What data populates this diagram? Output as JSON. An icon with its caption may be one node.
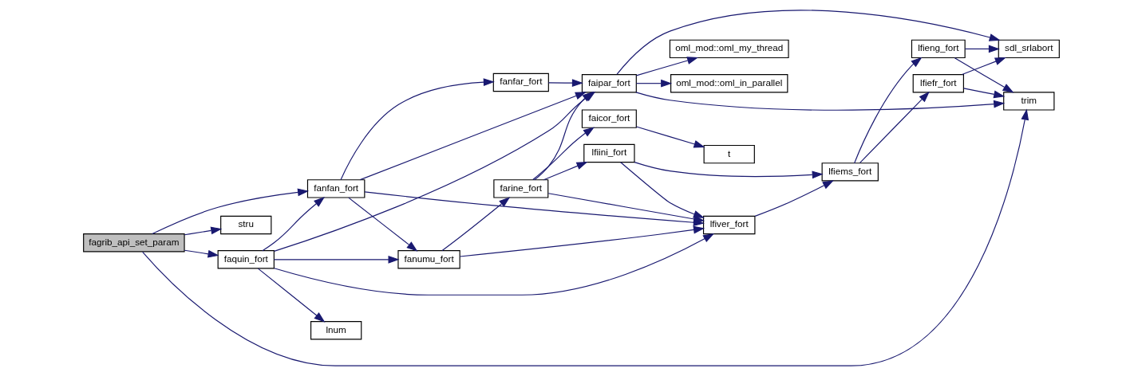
{
  "diagram": {
    "nodes": [
      {
        "text": [
          "fagrib_api_set_param"
        ]
      },
      {
        "text": [
          "faquin_fort"
        ]
      },
      {
        "text": [
          "stru"
        ]
      },
      {
        "text": [
          "fanfan_fort"
        ]
      },
      {
        "text": [
          "fanumu_fort"
        ]
      },
      {
        "text": [
          "lnum"
        ]
      },
      {
        "text": [
          "faipar_fort"
        ]
      },
      {
        "text": [
          "lfiver_fort"
        ]
      },
      {
        "text": [
          "farine_fort"
        ]
      },
      {
        "text": [
          "fanfar_fort"
        ]
      },
      {
        "text": [
          "trim"
        ]
      },
      {
        "text": [
          "lfiini_fort"
        ]
      },
      {
        "text": [
          "faicor_fort"
        ]
      },
      {
        "text": [
          "lfiems_fort"
        ]
      },
      {
        "text": [
          "t"
        ]
      },
      {
        "text": [
          "oml_mod::oml_my_thread"
        ]
      },
      {
        "text": [
          "oml_mod::oml_in_parallel"
        ]
      },
      {
        "text": [
          "lfieng_fort"
        ]
      },
      {
        "text": [
          "lfiefr_fort"
        ]
      },
      {
        "text": [
          "sdl_srlabort"
        ]
      }
    ],
    "edges": [
      {
        "from": 0,
        "to": 1,
        "arrow": "to"
      },
      {
        "from": 0,
        "to": 3,
        "arrow": "to"
      },
      {
        "from": 0,
        "to": 2,
        "arrow": "to"
      },
      {
        "from": 0,
        "to": 10,
        "arrow": "to"
      },
      {
        "from": 1,
        "to": 4,
        "arrow": "to"
      },
      {
        "from": 1,
        "to": 7,
        "arrow": "to"
      },
      {
        "from": 1,
        "to": 5,
        "arrow": "to"
      },
      {
        "from": 1,
        "to": 3,
        "arrow": "to"
      },
      {
        "from": 1,
        "to": 6,
        "arrow": "to"
      },
      {
        "from": 3,
        "to": 4,
        "arrow": "to"
      },
      {
        "from": 3,
        "to": 7,
        "arrow": "to"
      },
      {
        "from": 3,
        "to": 6,
        "arrow": "to"
      },
      {
        "from": 3,
        "to": 9,
        "arrow": "to"
      },
      {
        "from": 4,
        "to": 7,
        "arrow": "to"
      },
      {
        "from": 4,
        "to": 8,
        "arrow": "to"
      },
      {
        "from": 8,
        "to": 7,
        "arrow": "to"
      },
      {
        "from": 8,
        "to": 11,
        "arrow": "to"
      },
      {
        "from": 8,
        "to": 12,
        "arrow": "to"
      },
      {
        "from": 8,
        "to": 6,
        "arrow": "to"
      },
      {
        "from": 9,
        "to": 6,
        "arrow": "to"
      },
      {
        "from": 11,
        "to": 7,
        "arrow": "to"
      },
      {
        "from": 11,
        "to": 13,
        "arrow": "to"
      },
      {
        "from": 12,
        "to": 14,
        "arrow": "to"
      },
      {
        "from": 7,
        "to": 13,
        "arrow": "to"
      },
      {
        "from": 13,
        "to": 17,
        "arrow": "to"
      },
      {
        "from": 13,
        "to": 18,
        "arrow": "to"
      },
      {
        "from": 6,
        "to": 10,
        "arrow": "to"
      },
      {
        "from": 6,
        "to": 15,
        "arrow": "to"
      },
      {
        "from": 6,
        "to": 16,
        "arrow": "to"
      },
      {
        "from": 6,
        "to": 19,
        "arrow": "to"
      },
      {
        "from": 17,
        "to": 10,
        "arrow": "to"
      },
      {
        "from": 17,
        "to": 19,
        "arrow": "to"
      },
      {
        "from": 18,
        "to": 10,
        "arrow": "to"
      },
      {
        "from": 18,
        "to": 19,
        "arrow": "to"
      }
    ]
  }
}
